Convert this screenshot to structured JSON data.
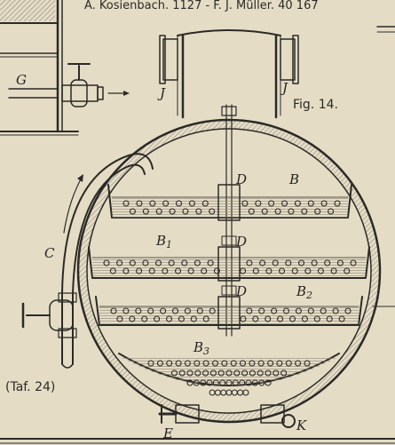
{
  "caption": "Fig. 14.",
  "plate_ref": "(Taf. 24)",
  "header_fragment": "A. Kosienbach. 1127 - F. J. Müller. 40 167",
  "labels": {
    "G": "G",
    "J_left": "J",
    "J_right": "J",
    "C": "C",
    "D1": "D",
    "D2": "D",
    "D3": "D",
    "B": "B",
    "B1": "B",
    "B1_sub": "1",
    "B2": "B",
    "B2_sub": "2",
    "B3": "B",
    "B3_sub": "3",
    "E": "E",
    "K": "K"
  },
  "colors": {
    "paper": "#e4dcc5",
    "ink": "#2b2a26",
    "tray": "#b8b09b"
  },
  "trays": [
    {
      "name": "B",
      "rows": [
        [
          17,
          1
        ],
        [
          17,
          1
        ]
      ]
    },
    {
      "name": "B1",
      "rows": [
        [
          20,
          1
        ],
        [
          20,
          1
        ]
      ]
    },
    {
      "name": "B2",
      "rows": [
        [
          20,
          1
        ],
        [
          20,
          1
        ]
      ]
    },
    {
      "name": "B3",
      "rows": [
        [
          18,
          1
        ],
        [
          16,
          1
        ],
        [
          13,
          1
        ],
        [
          8,
          1
        ]
      ]
    }
  ]
}
